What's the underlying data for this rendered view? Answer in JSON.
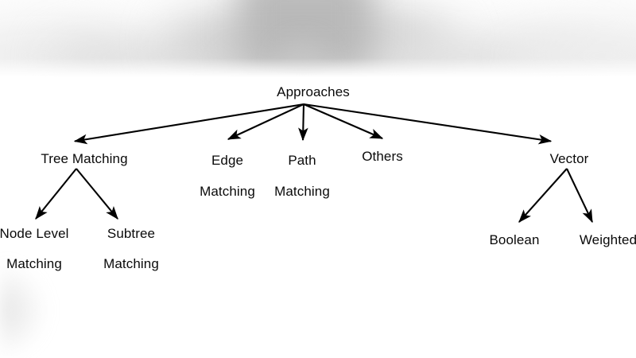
{
  "diagram": {
    "type": "hierarchy-tree",
    "title": "Approaches",
    "background_color": "#ffffff",
    "line_color": "#000000",
    "text_color": "#0a0a0a",
    "root": {
      "id": "approaches",
      "label": "Approaches"
    },
    "level1": [
      {
        "id": "tree-matching",
        "label_line1": "Tree Matching",
        "label_line2": ""
      },
      {
        "id": "edge-matching",
        "label_line1": "Edge",
        "label_line2": "Matching"
      },
      {
        "id": "path-matching",
        "label_line1": "Path",
        "label_line2": "Matching"
      },
      {
        "id": "others",
        "label_line1": "Others",
        "label_line2": ""
      },
      {
        "id": "vector",
        "label_line1": "Vector",
        "label_line2": ""
      }
    ],
    "level2": [
      {
        "id": "node-level-matching",
        "parent": "tree-matching",
        "label_line1": "Node Level",
        "label_line2": "Matching"
      },
      {
        "id": "subtree-matching",
        "parent": "tree-matching",
        "label_line1": "Subtree",
        "label_line2": "Matching"
      },
      {
        "id": "boolean",
        "parent": "vector",
        "label_line1": "Boolean",
        "label_line2": ""
      },
      {
        "id": "weighted",
        "parent": "vector",
        "label_line1": "Weighted",
        "label_line2": ""
      }
    ]
  }
}
